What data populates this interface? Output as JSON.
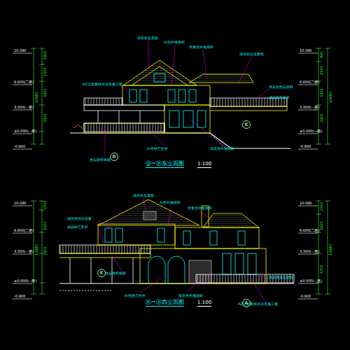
{
  "diagram": {
    "nodes": [
      {
        "text": [
          "B"
        ]
      },
      {
        "text": [
          "K"
        ]
      },
      {
        "text": [
          "K"
        ]
      },
      {
        "text": [
          "A"
        ]
      }
    ],
    "labels": [
      "10.080",
      "6.600(二层)",
      "3.300(一层)",
      "±0.000(一层)",
      "-0.900",
      "10.080",
      "6.600(二层)",
      "3.300(一层)",
      "±0.000(一层)",
      "-0.900",
      "1800",
      "1500",
      "3300",
      "3300",
      "10980",
      "840",
      "2540",
      "3300",
      "3300",
      "10980",
      "深灰色瓦屋面",
      "白色外墙涂料",
      "米黄色外墙涂料",
      "深色铝合金窗框",
      "浅灰色仿石涂料",
      "成品铁艺栏杆",
      "A2立面窗样式详见施工图",
      "仿石涂料饰面",
      "白色铁艺栏杆",
      "深灰色外墙面砖",
      "Ⓑ~Ⓚ东立面图",
      "1:100",
      "10.080",
      "6.600(二层)",
      "3.300(一层)",
      "±0.000(一层)",
      "-0.900",
      "10.080",
      "6.600(二层)",
      "3.300(一层)",
      "±0.000(一层)",
      "-0.900",
      "2500",
      "3300",
      "3300",
      "10980",
      "2400",
      "3300",
      "4700",
      "10980",
      "深灰色瓦屋面",
      "白色外墙涂料",
      "米黄色外墙涂料",
      "深灰色铝合金窗",
      "成品铁艺栏杆",
      "仿石涂料饰面",
      "白色铁艺栏杆",
      "深灰色外墙面砖",
      "A2立面窗样式详见施工图",
      "浅灰色仿石涂料",
      "Ⓚ~Ⓐ西立面图",
      "1:100"
    ]
  }
}
